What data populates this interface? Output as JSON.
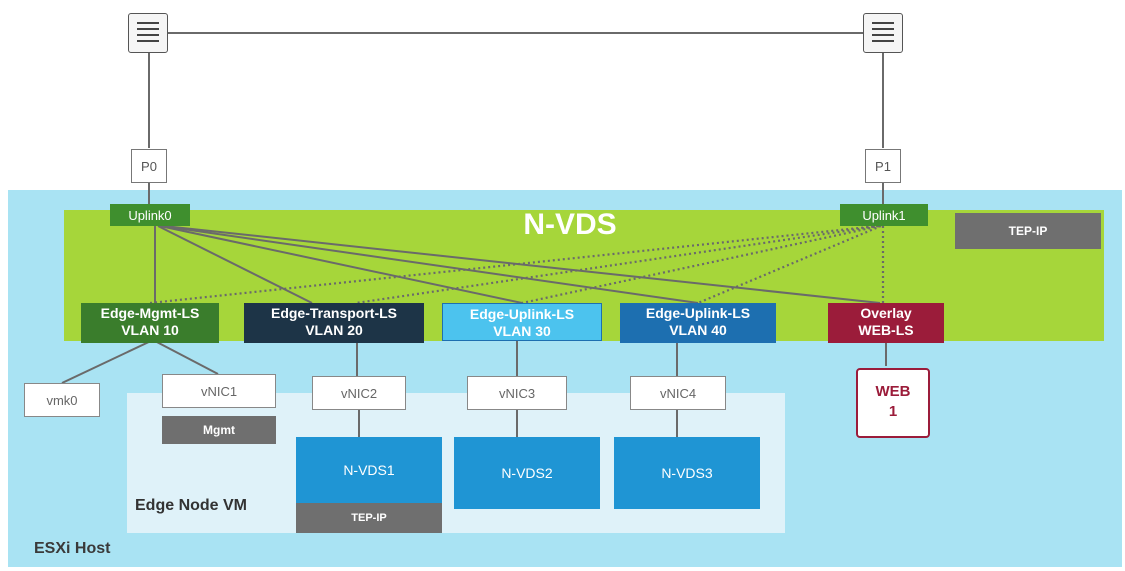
{
  "host": {
    "label": "ESXi Host",
    "nvds_label": "N-VDS",
    "tep_label": "TEP-IP"
  },
  "ports": {
    "p0": "P0",
    "p1": "P1"
  },
  "uplinks": {
    "uplink0": "Uplink0",
    "uplink1": "Uplink1"
  },
  "segments": [
    {
      "name": "Edge-Mgmt-LS",
      "vlan": "VLAN 10",
      "color": "#3a7d2c"
    },
    {
      "name": "Edge-Transport-LS",
      "vlan": "VLAN 20",
      "color": "#1d3447"
    },
    {
      "name": "Edge-Uplink-LS",
      "vlan": "VLAN 30",
      "color": "#4cc3ee"
    },
    {
      "name": "Edge-Uplink-LS",
      "vlan": "VLAN 40",
      "color": "#1d6fb0"
    },
    {
      "name": "Overlay",
      "vlan": "WEB-LS",
      "color": "#9b1c3a"
    }
  ],
  "vmk": "vmk0",
  "edge_vm": {
    "label": "Edge Node VM",
    "vnics": [
      "vNIC1",
      "vNIC2",
      "vNIC3",
      "vNIC4"
    ],
    "mgmt_label": "Mgmt",
    "nvds": [
      "N-VDS1",
      "N-VDS2",
      "N-VDS3"
    ],
    "tep_label": "TEP-IP"
  },
  "web_vm": {
    "line1": "WEB",
    "line2": "1"
  },
  "icons": {
    "switch": "network-switch-icon"
  }
}
